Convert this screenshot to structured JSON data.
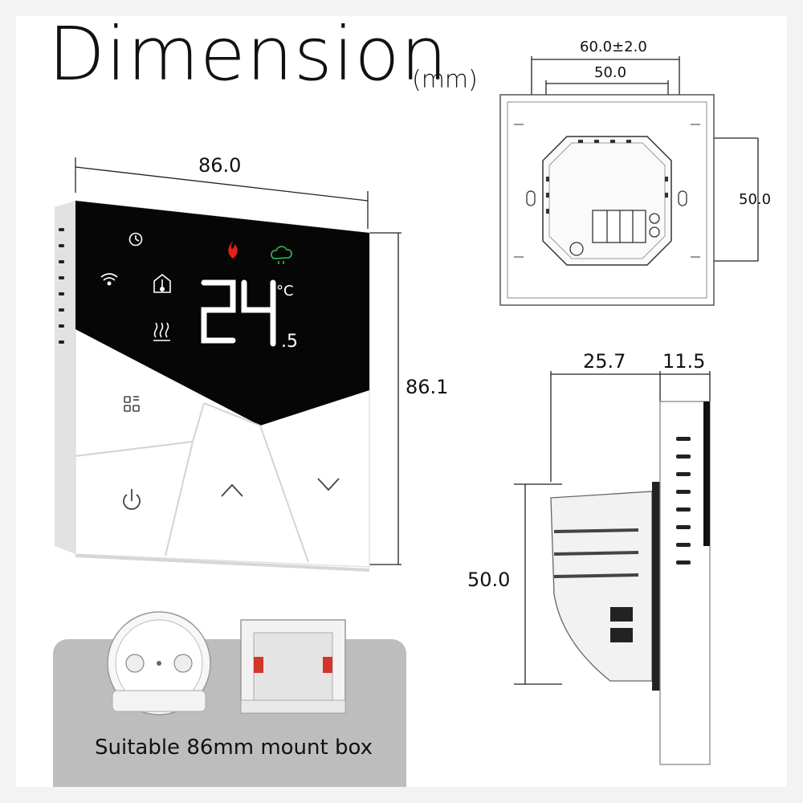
{
  "heading": {
    "title": "Dimension",
    "unit": "(mm)"
  },
  "front_view": {
    "width_label": "86.0",
    "height_label": "86.1"
  },
  "display": {
    "temperature_main": "24",
    "temperature_decimal": ".5",
    "temperature_unit": "°C",
    "icons": [
      "clock-icon",
      "wifi-icon",
      "home-thermometer-icon",
      "heating-icon",
      "flame-icon",
      "cloud-icon"
    ],
    "flame_color": "#e0201b",
    "cloud_color": "#2fa84f"
  },
  "buttons": [
    "menu-button",
    "power-button",
    "up-button",
    "down-button"
  ],
  "back_view": {
    "outer_width_label": "60.0±2.0",
    "inner_width_label": "50.0",
    "height_label": "50.0"
  },
  "side_view": {
    "depth_label": "25.7",
    "panel_label": "11.5",
    "height_label": "50.0"
  },
  "mount_box": {
    "caption": "Suitable 86mm mount box"
  }
}
